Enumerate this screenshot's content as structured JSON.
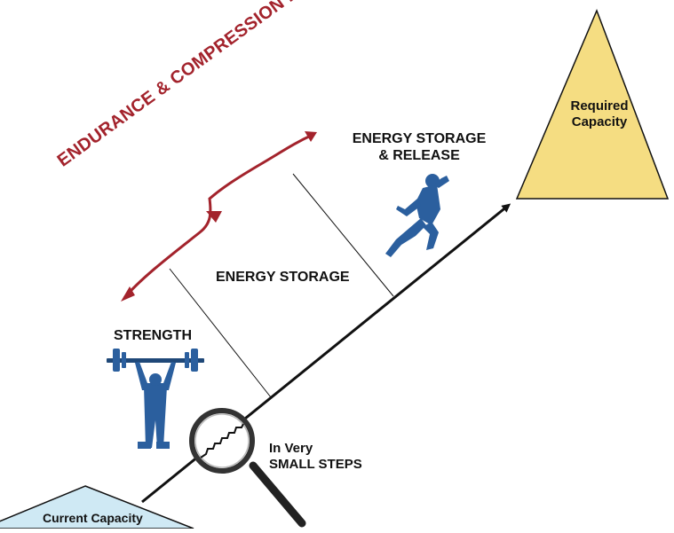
{
  "labels": {
    "strength": "STRENGTH",
    "energy_storage": "ENERGY STORAGE",
    "energy_storage_release": [
      "ENERGY STORAGE",
      "& RELEASE"
    ],
    "endurance_loads": "ENDURANCE & COMPRESSION LOADS",
    "small_steps": [
      "In Very",
      "SMALL STEPS"
    ],
    "required_capacity": [
      "Required",
      "Capacity"
    ],
    "current_capacity": "Current Capacity"
  },
  "colors": {
    "accent_red": "#a3232c",
    "athlete_blue": "#2b5f9e",
    "required_fill": "#f5dd82",
    "current_fill": "#cfe9f4",
    "arrow": "#111111"
  },
  "icons": [
    "weightlifter-icon",
    "runner-icon",
    "magnifier-icon"
  ]
}
